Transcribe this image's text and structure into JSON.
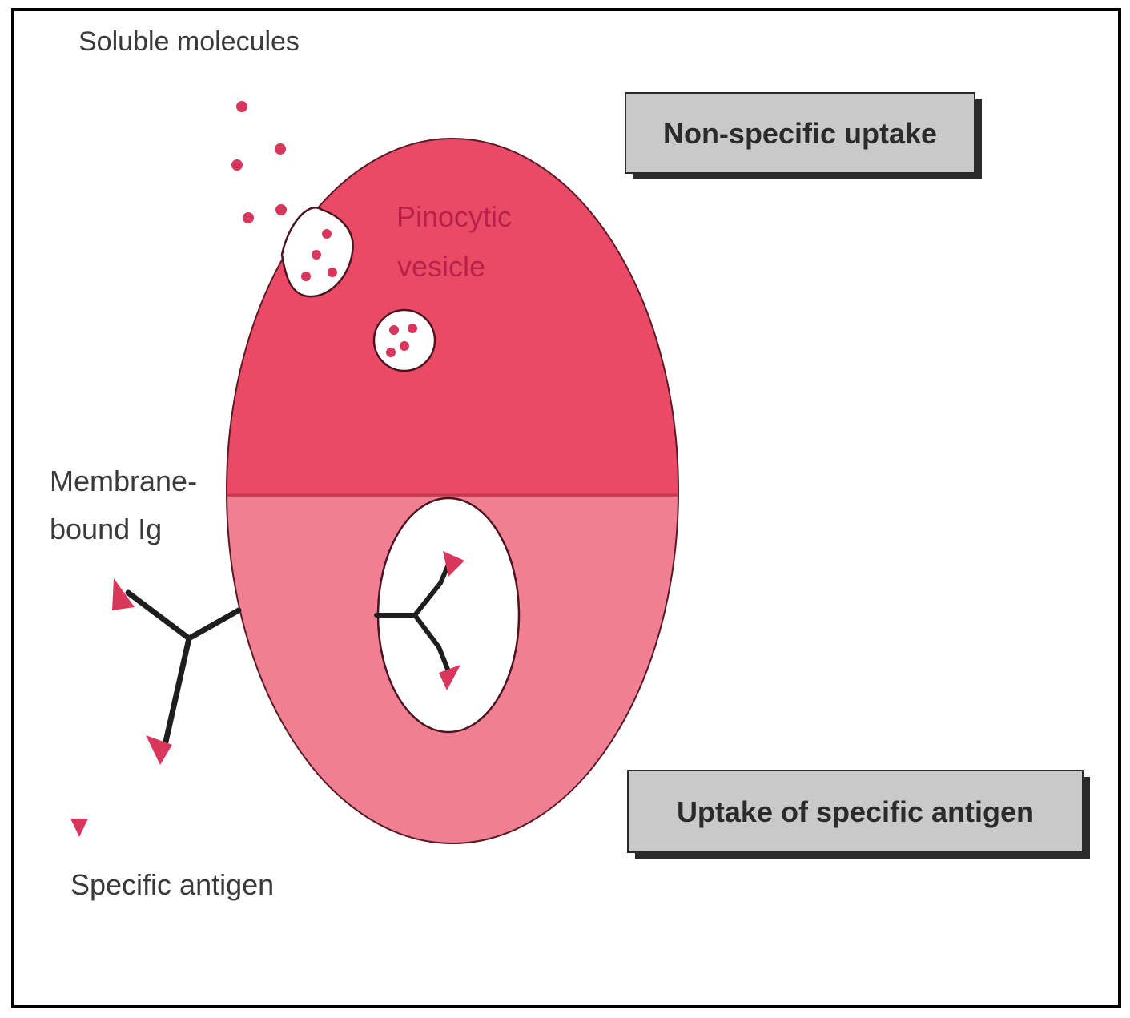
{
  "labels": {
    "soluble": "Soluble molecules",
    "pinocytic_line1": "Pinocytic",
    "pinocytic_line2": "vesicle",
    "membrane_line1": "Membrane-",
    "membrane_line2": "bound Ig",
    "specific_antigen": "Specific antigen"
  },
  "boxes": {
    "nonspecific": "Non-specific uptake",
    "specific": "Uptake of specific antigen"
  },
  "colors": {
    "cell_upper": "#ea4a66",
    "cell_lower": "#f07f92",
    "dot": "#d8365a",
    "antibody": "#1e1e1e",
    "box_fill": "#c9c9c9",
    "box_shadow": "#2a2a2a",
    "frame": "#000000"
  }
}
